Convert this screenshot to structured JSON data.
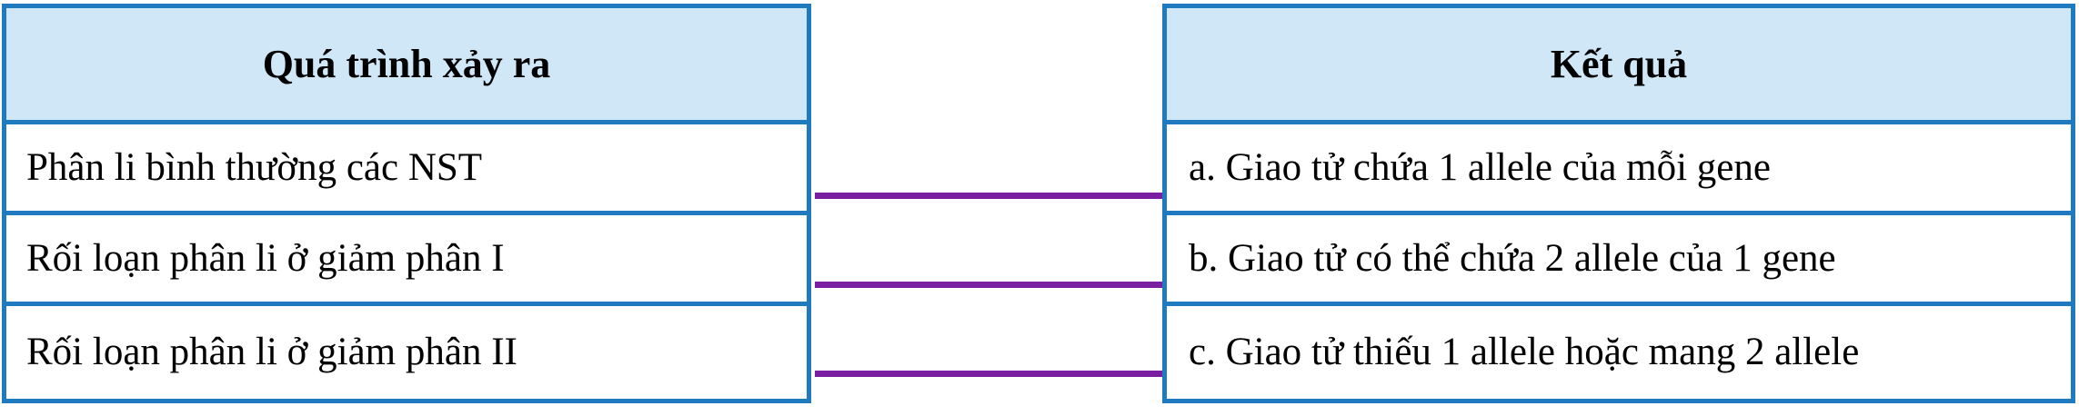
{
  "left_table": {
    "header": "Quá trình xảy ra",
    "rows": [
      "Phân li bình thường các NST",
      "Rối loạn phân li ở giảm phân I",
      "Rối loạn phân li ở giảm phân II"
    ]
  },
  "right_table": {
    "header": "Kết quả",
    "rows": [
      "a. Giao tử chứa 1 allele của mỗi gene",
      "b. Giao tử có thể chứa 2 allele của 1 gene",
      "c. Giao tử thiếu 1 allele hoặc mang 2 allele"
    ]
  },
  "connectors": [
    {
      "from": "Phân li bình thường các NST",
      "to": "a. Giao tử chứa 1 allele của mỗi gene"
    },
    {
      "from": "Rối loạn phân li ở giảm phân I",
      "to": "b. Giao tử có thể chứa 2 allele của 1 gene"
    },
    {
      "from": "Rối loạn phân li ở giảm phân II",
      "to": "c. Giao tử thiếu 1 allele hoặc mang 2 allele"
    }
  ],
  "colors": {
    "table_border": "#1f7ac0",
    "header_fill": "#cfe7f7",
    "connector_line": "#7b1fa2",
    "text": "#000000",
    "background": "#ffffff"
  }
}
